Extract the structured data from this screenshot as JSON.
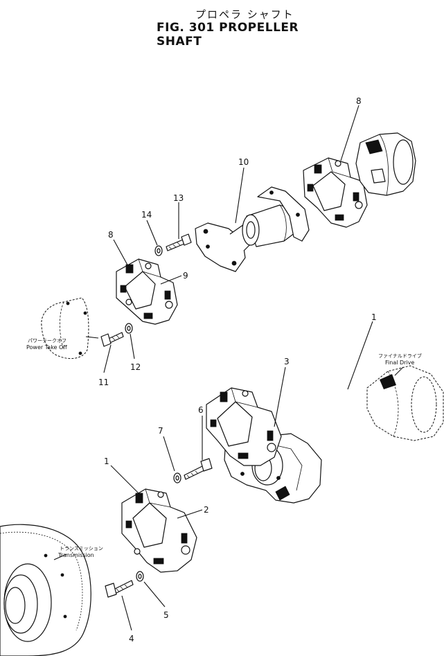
{
  "figure": {
    "title_jp": "プロペラ シャフト",
    "title_en": "FIG. 301  PROPELLER SHAFT"
  },
  "labels": {
    "power_take_off_jp": "パワーテークオフ",
    "power_take_off_en": "Power Take Off",
    "final_drive_jp": "ファイナルドライブ",
    "final_drive_en": "Final Drive",
    "transmission_jp": "トランスミッション",
    "transmission_en": "Transmission"
  },
  "callouts": {
    "c1a": "1",
    "c1b": "1",
    "c2": "2",
    "c3": "3",
    "c4": "4",
    "c5": "5",
    "c6": "6",
    "c7": "7",
    "c8a": "8",
    "c8b": "8",
    "c9": "9",
    "c10": "10",
    "c11": "11",
    "c12": "12",
    "c13": "13",
    "c14": "14"
  }
}
